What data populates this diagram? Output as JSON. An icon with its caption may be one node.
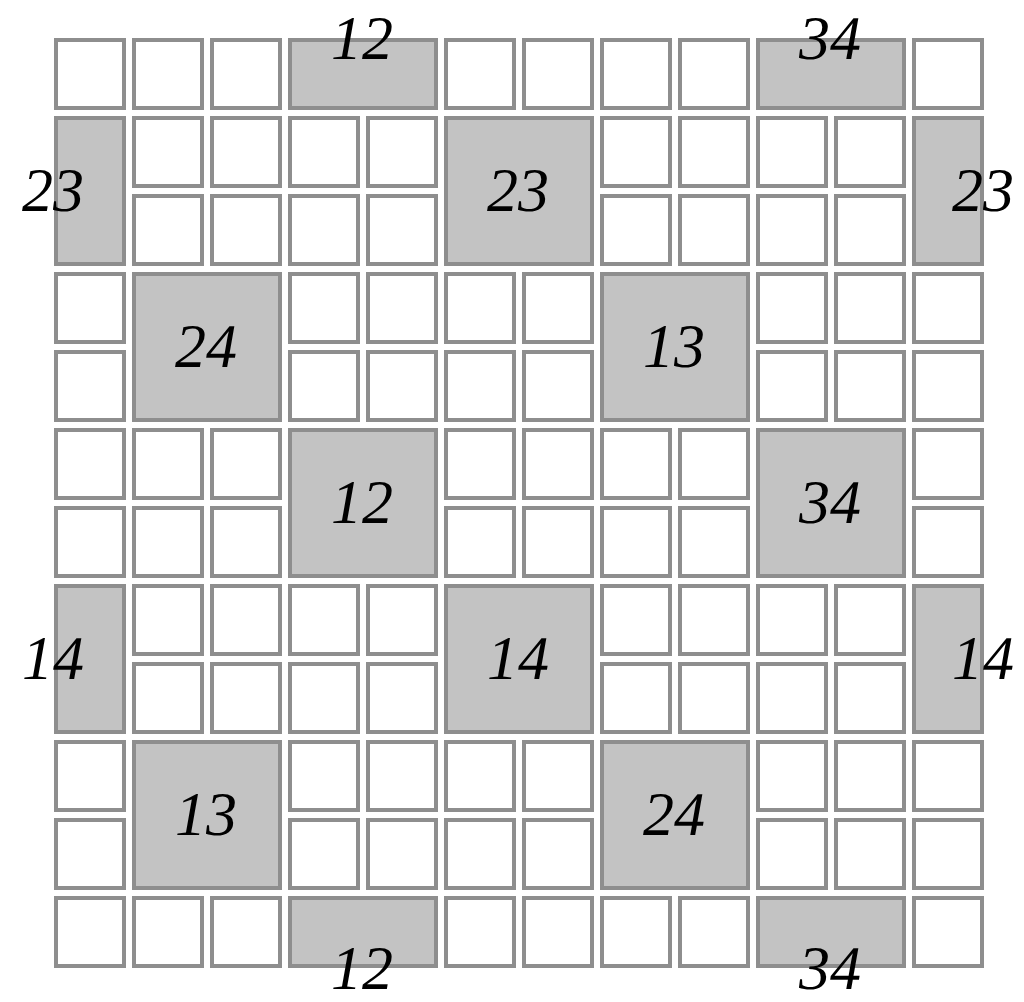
{
  "diagram": {
    "nodes": [
      {
        "text": [],
        "shape": "box"
      },
      {
        "text": [],
        "shape": "box"
      },
      {
        "text": [],
        "shape": "box"
      },
      {
        "text": [
          "12"
        ]
      },
      {
        "text": [],
        "shape": "box"
      },
      {
        "text": [],
        "shape": "box"
      },
      {
        "text": [],
        "shape": "box"
      },
      {
        "text": [],
        "shape": "box"
      },
      {
        "text": [
          "34"
        ]
      },
      {
        "text": [],
        "shape": "box"
      },
      {
        "text": [
          "23"
        ]
      },
      {
        "text": [],
        "shape": "box"
      },
      {
        "text": [],
        "shape": "box"
      },
      {
        "text": [],
        "shape": "box"
      },
      {
        "text": [],
        "shape": "box"
      },
      {
        "text": [
          "23"
        ]
      },
      {
        "text": [],
        "shape": "box"
      },
      {
        "text": [],
        "shape": "box"
      },
      {
        "text": [],
        "shape": "box"
      },
      {
        "text": [],
        "shape": "box"
      },
      {
        "text": [
          "23"
        ]
      },
      {
        "text": [],
        "shape": "box"
      },
      {
        "text": [],
        "shape": "box"
      },
      {
        "text": [],
        "shape": "box"
      },
      {
        "text": [],
        "shape": "box"
      },
      {
        "text": [],
        "shape": "box"
      },
      {
        "text": [],
        "shape": "box"
      },
      {
        "text": [],
        "shape": "box"
      },
      {
        "text": [],
        "shape": "box"
      },
      {
        "text": [],
        "shape": "box"
      },
      {
        "text": [
          "24"
        ]
      },
      {
        "text": [],
        "shape": "box"
      },
      {
        "text": [],
        "shape": "box"
      },
      {
        "text": [],
        "shape": "box"
      },
      {
        "text": [],
        "shape": "box"
      },
      {
        "text": [
          "13"
        ]
      },
      {
        "text": [],
        "shape": "box"
      },
      {
        "text": [],
        "shape": "box"
      },
      {
        "text": [],
        "shape": "box"
      },
      {
        "text": [],
        "shape": "box"
      },
      {
        "text": [],
        "shape": "box"
      },
      {
        "text": [],
        "shape": "box"
      },
      {
        "text": [],
        "shape": "box"
      },
      {
        "text": [],
        "shape": "box"
      },
      {
        "text": [],
        "shape": "box"
      },
      {
        "text": [],
        "shape": "box"
      },
      {
        "text": [],
        "shape": "box"
      },
      {
        "text": [],
        "shape": "box"
      },
      {
        "text": [],
        "shape": "box"
      },
      {
        "text": [],
        "shape": "box"
      },
      {
        "text": [
          "12"
        ]
      },
      {
        "text": [],
        "shape": "box"
      },
      {
        "text": [],
        "shape": "box"
      },
      {
        "text": [],
        "shape": "box"
      },
      {
        "text": [],
        "shape": "box"
      },
      {
        "text": [
          "34"
        ]
      },
      {
        "text": [],
        "shape": "box"
      },
      {
        "text": [],
        "shape": "box"
      },
      {
        "text": [],
        "shape": "box"
      },
      {
        "text": [],
        "shape": "box"
      },
      {
        "text": [],
        "shape": "box"
      },
      {
        "text": [],
        "shape": "box"
      },
      {
        "text": [],
        "shape": "box"
      },
      {
        "text": [],
        "shape": "box"
      },
      {
        "text": [],
        "shape": "box"
      },
      {
        "text": [
          "14"
        ]
      },
      {
        "text": [],
        "shape": "box"
      },
      {
        "text": [],
        "shape": "box"
      },
      {
        "text": [],
        "shape": "box"
      },
      {
        "text": [],
        "shape": "box"
      },
      {
        "text": [
          "14"
        ]
      },
      {
        "text": [],
        "shape": "box"
      },
      {
        "text": [],
        "shape": "box"
      },
      {
        "text": [],
        "shape": "box"
      },
      {
        "text": [],
        "shape": "box"
      },
      {
        "text": [
          "14"
        ]
      },
      {
        "text": [],
        "shape": "box"
      },
      {
        "text": [],
        "shape": "box"
      },
      {
        "text": [],
        "shape": "box"
      },
      {
        "text": [],
        "shape": "box"
      },
      {
        "text": [],
        "shape": "box"
      },
      {
        "text": [],
        "shape": "box"
      },
      {
        "text": [],
        "shape": "box"
      },
      {
        "text": [],
        "shape": "box"
      },
      {
        "text": [],
        "shape": "box"
      },
      {
        "text": [
          "13"
        ]
      },
      {
        "text": [],
        "shape": "box"
      },
      {
        "text": [],
        "shape": "box"
      },
      {
        "text": [],
        "shape": "box"
      },
      {
        "text": [],
        "shape": "box"
      },
      {
        "text": [
          "24"
        ]
      },
      {
        "text": [],
        "shape": "box"
      },
      {
        "text": [],
        "shape": "box"
      },
      {
        "text": [],
        "shape": "box"
      },
      {
        "text": [],
        "shape": "box"
      },
      {
        "text": [],
        "shape": "box"
      },
      {
        "text": [],
        "shape": "box"
      },
      {
        "text": [],
        "shape": "box"
      },
      {
        "text": [],
        "shape": "box"
      },
      {
        "text": [],
        "shape": "box"
      },
      {
        "text": [],
        "shape": "box"
      },
      {
        "text": [],
        "shape": "box"
      },
      {
        "text": [],
        "shape": "box"
      },
      {
        "text": [],
        "shape": "box"
      },
      {
        "text": [],
        "shape": "box"
      },
      {
        "text": [
          "12"
        ]
      },
      {
        "text": [],
        "shape": "box"
      },
      {
        "text": [],
        "shape": "box"
      },
      {
        "text": [],
        "shape": "box"
      },
      {
        "text": [],
        "shape": "box"
      },
      {
        "text": [
          "34"
        ]
      },
      {
        "text": [],
        "shape": "box"
      }
    ]
  }
}
